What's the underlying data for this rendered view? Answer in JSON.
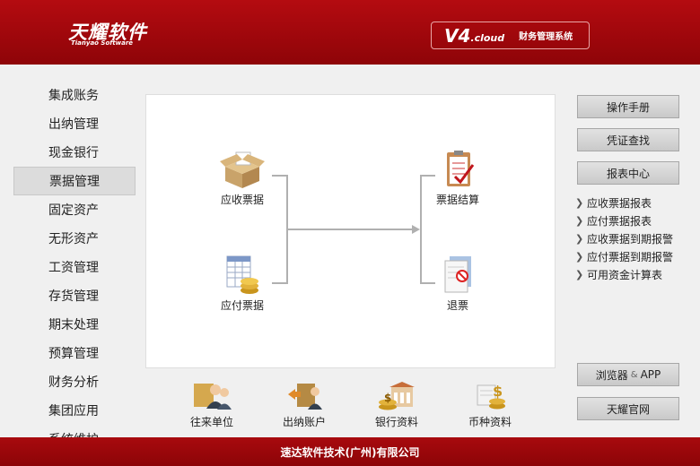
{
  "header": {
    "logo_cn": "天耀软件",
    "logo_en": "Tianyao Software",
    "version_num": "V4",
    "version_suffix": ".cloud",
    "version_name": "财务管理系统",
    "colors": {
      "brand_red": "#a30a0e"
    }
  },
  "sidebar": {
    "items": [
      {
        "label": "集成账务"
      },
      {
        "label": "出纳管理"
      },
      {
        "label": "现金银行"
      },
      {
        "label": "票据管理",
        "active": true
      },
      {
        "label": "固定资产"
      },
      {
        "label": "无形资产"
      },
      {
        "label": "工资管理"
      },
      {
        "label": "存货管理"
      },
      {
        "label": "期末处理"
      },
      {
        "label": "预算管理"
      },
      {
        "label": "财务分析"
      },
      {
        "label": "集团应用"
      },
      {
        "label": "系统维护"
      }
    ]
  },
  "flow": {
    "receivable": {
      "label": "应收票据",
      "icon": "open-box-icon"
    },
    "payable": {
      "label": "应付票据",
      "icon": "spreadsheet-coins-icon"
    },
    "settlement": {
      "label": "票据结算",
      "icon": "clipboard-check-icon"
    },
    "refund": {
      "label": "退票",
      "icon": "document-cancel-icon"
    }
  },
  "quick": [
    {
      "label": "往来单位",
      "icon": "business-partners-icon"
    },
    {
      "label": "出纳账户",
      "icon": "cashier-account-icon"
    },
    {
      "label": "银行资料",
      "icon": "bank-icon"
    },
    {
      "label": "币种资料",
      "icon": "currency-icon"
    }
  ],
  "right": {
    "manual": "操作手册",
    "voucher": "凭证查找",
    "report_center": "报表中心",
    "reports": [
      {
        "label": "应收票据报表"
      },
      {
        "label": "应付票据报表"
      },
      {
        "label": "应收票据到期报警"
      },
      {
        "label": "应付票据到期报警"
      },
      {
        "label": "可用资金计算表"
      }
    ],
    "browser_a": "浏览器",
    "browser_amp": "&",
    "browser_b": "APP",
    "official": "天耀官网"
  },
  "footer": {
    "company": "速达软件技术(广州)有限公司"
  }
}
